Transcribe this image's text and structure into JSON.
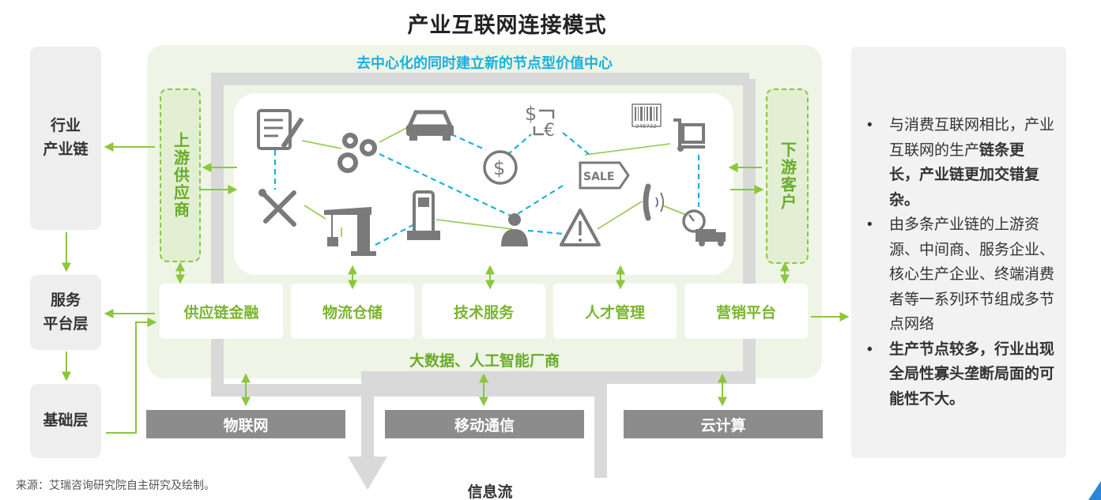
{
  "title": "产业互联网连接模式",
  "subtitle": "去中心化的同时建立新的节点型价值中心",
  "left_layers": [
    "行业\n产业链",
    "服务\n平台层",
    "基础层"
  ],
  "upstream_label": "上游供应商",
  "downstream_label": "下游客户",
  "modules": [
    "供应链金融",
    "物流仓储",
    "技术服务",
    "人才管理",
    "营销平台"
  ],
  "bigdata_label": "大数据、人工智能厂商",
  "infrastructure": [
    "物联网",
    "移动通信",
    "云计算"
  ],
  "info_flow_label": "信息流",
  "icon_text": {
    "sale": "SALE",
    "barcode_number": "246732"
  },
  "icons": [
    "document-icon",
    "gears-icon",
    "car-icon",
    "currency-exchange-icon",
    "dollar-coin-icon",
    "sale-tag-icon",
    "barcode-icon",
    "hand-truck-icon",
    "tools-icon",
    "crane-icon",
    "phone-icon",
    "person-icon",
    "warning-icon",
    "telephone-icon",
    "delivery-icon"
  ],
  "bullets": [
    {
      "plain": "与消费互联网相比，产业互联网的生产",
      "bold": "链条更长，产业链更加交错复杂。"
    },
    {
      "plain": "由多条产业链的上游资源、中间商、服务企业、核心生产企业、终端消费者等一系列环节组成多节点网络",
      "bold": ""
    },
    {
      "plain": "",
      "bold": "生产节点较多，行业出现全局性寡头垄断局面的可能性不大。"
    }
  ],
  "bullet_symbol": "•",
  "source": "来源：艾瑞咨询研究院自主研究及绘制。",
  "colors": {
    "green": "#8cc63f",
    "dark_green": "#6aab2a",
    "cyan": "#1ab0e0",
    "grey": "#8c8c8c",
    "flow_grey": "#d9d9d9",
    "corner_blue": "#2a86d8"
  }
}
